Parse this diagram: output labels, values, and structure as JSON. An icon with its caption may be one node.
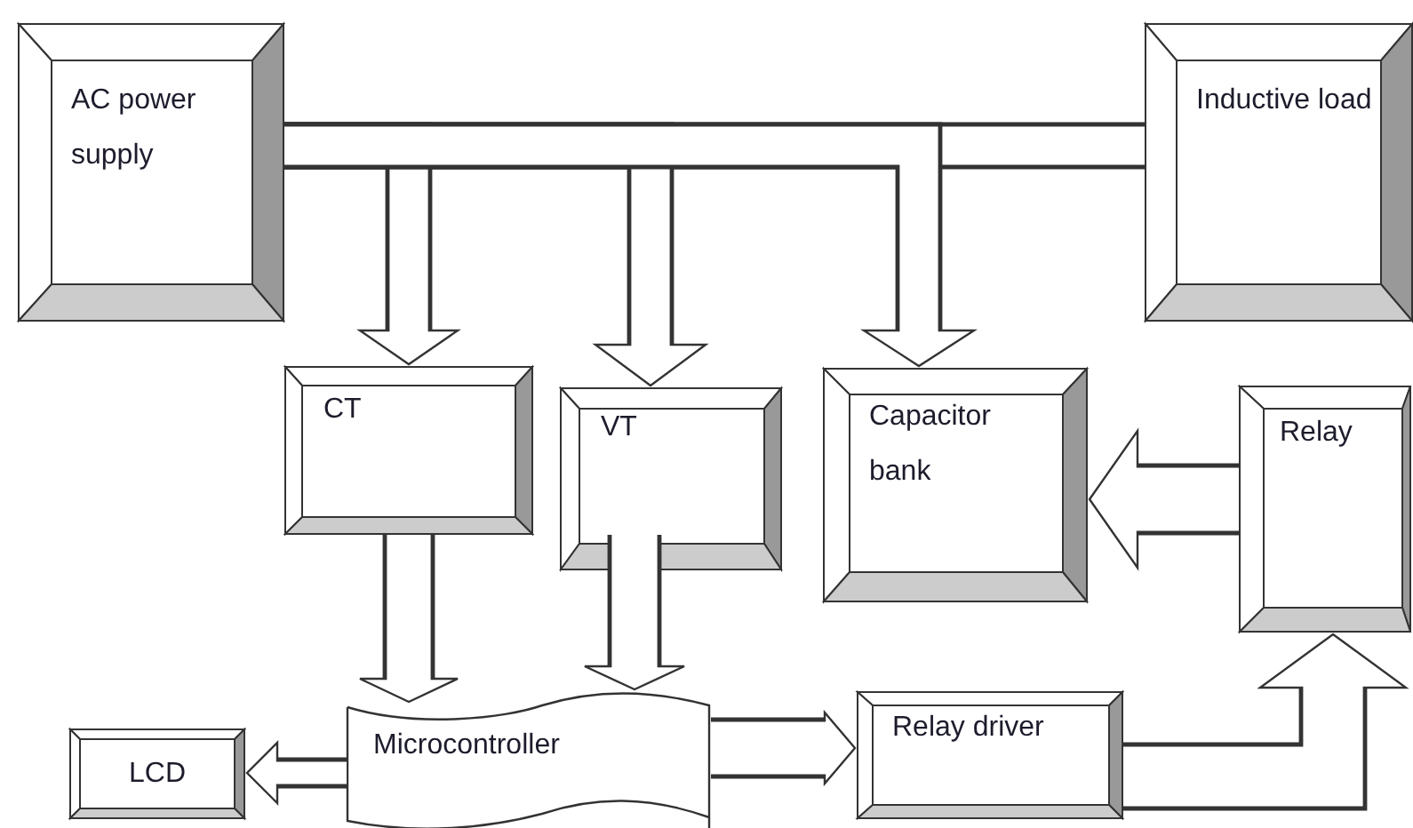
{
  "diagram": {
    "nodes": [
      {
        "text": [
          "AC power supply"
        ]
      },
      {
        "text": [
          "Inductive load"
        ]
      },
      {
        "text": [
          "CT"
        ]
      },
      {
        "text": [
          "VT"
        ]
      },
      {
        "text": [
          "Capacitor bank"
        ]
      },
      {
        "text": [
          "Relay"
        ]
      },
      {
        "text": [
          "LCD"
        ]
      },
      {
        "text": [
          "Microcontroller"
        ]
      },
      {
        "text": [
          "Relay driver"
        ]
      }
    ],
    "edges": [
      {
        "from": 0,
        "to": 1,
        "arrow": "none"
      },
      {
        "from": 0,
        "to": 2,
        "arrow": "to"
      },
      {
        "from": 0,
        "to": 3,
        "arrow": "to"
      },
      {
        "from": 0,
        "to": 4,
        "arrow": "to"
      },
      {
        "from": 2,
        "to": 7,
        "arrow": "to"
      },
      {
        "from": 3,
        "to": 7,
        "arrow": "to"
      },
      {
        "from": 7,
        "to": 6,
        "arrow": "to"
      },
      {
        "from": 7,
        "to": 8,
        "arrow": "to"
      },
      {
        "from": 5,
        "to": 4,
        "arrow": "to"
      },
      {
        "from": 8,
        "to": 5,
        "arrow": "to"
      }
    ]
  }
}
